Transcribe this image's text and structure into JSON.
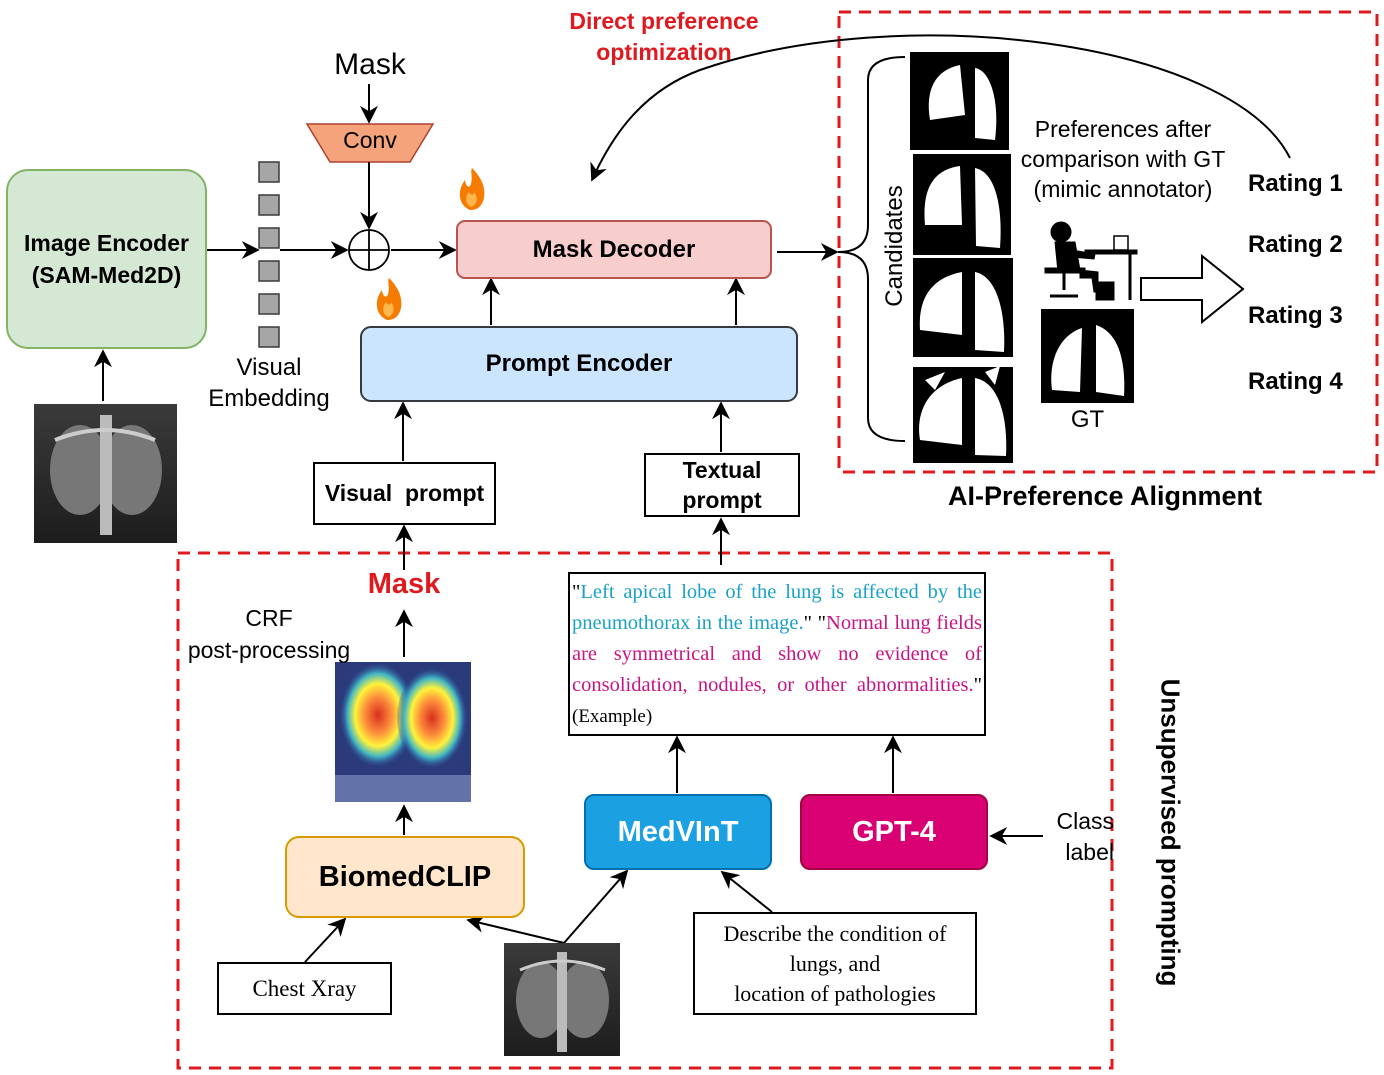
{
  "blocks": {
    "image_encoder_line1": "Image Encoder",
    "image_encoder_line2": "(SAM-Med2D)",
    "mask_decoder": "Mask Decoder",
    "prompt_encoder": "Prompt Encoder",
    "conv": "Conv",
    "mask_input": "Mask",
    "visual_embedding_line1": "Visual",
    "visual_embedding_line2": "Embedding",
    "visual_prompt": "Visual  prompt",
    "textual_prompt_line1": "Textual",
    "textual_prompt_line2": "prompt"
  },
  "dpo": {
    "line1": "Direct preference",
    "line2": "optimization"
  },
  "alignment": {
    "title": "AI-Preference Alignment",
    "candidates_label": "Candidates",
    "preferences_line1": "Preferences after",
    "preferences_line2": "comparison with GT",
    "preferences_line3": "(mimic annotator)",
    "gt_label": "GT",
    "ratings": [
      "Rating 1",
      "Rating 2",
      "Rating 3",
      "Rating 4"
    ]
  },
  "unsupervised": {
    "title": "Unsupervised prompting",
    "mask_label": "Mask",
    "crf_line1": "CRF",
    "crf_line2": "post-processing",
    "biomedclip": "BiomedCLIP",
    "medvint": "MedVInT",
    "gpt4": "GPT-4",
    "class_label_line1": "Class",
    "class_label_line2": "label",
    "chest_xray": "Chest Xray",
    "describe_line1": "Describe the condition of",
    "describe_line2": "lungs, and",
    "describe_line3": "location of pathologies",
    "example_q_open": "\"",
    "example_blue": "Left apical lobe of the lung is affected by the pneumothorax in the image.",
    "example_mid": "\" \"",
    "example_pink": "Normal lung fields are symmetrical and show no evidence of consolidation, nodules, or other abnormalities.",
    "example_q_close": "\"",
    "example_tag": "(Example)"
  },
  "colors": {
    "dashed_border": "#e0191f",
    "dpo_text": "#e0191f",
    "image_encoder_fill": "#d5e8d4",
    "image_encoder_border": "#82b366",
    "mask_decoder_fill": "#f8cecc",
    "mask_decoder_border": "#b85450",
    "prompt_encoder_fill": "#cce5ff",
    "prompt_encoder_border": "#36393d",
    "conv_fill": "#f5a37a",
    "biomedclip_fill": "#ffe6cc",
    "biomedclip_border": "#d79b00",
    "medvint_fill": "#1ba1e2",
    "gpt4_fill": "#d80073",
    "example_blue": "#1ba1c6",
    "example_pink": "#c71585"
  },
  "icons": {
    "fire": "fire-icon",
    "sum": "circle-plus-icon",
    "annotator": "person-at-desk-icon",
    "arrow": "hollow-arrow-icon"
  }
}
